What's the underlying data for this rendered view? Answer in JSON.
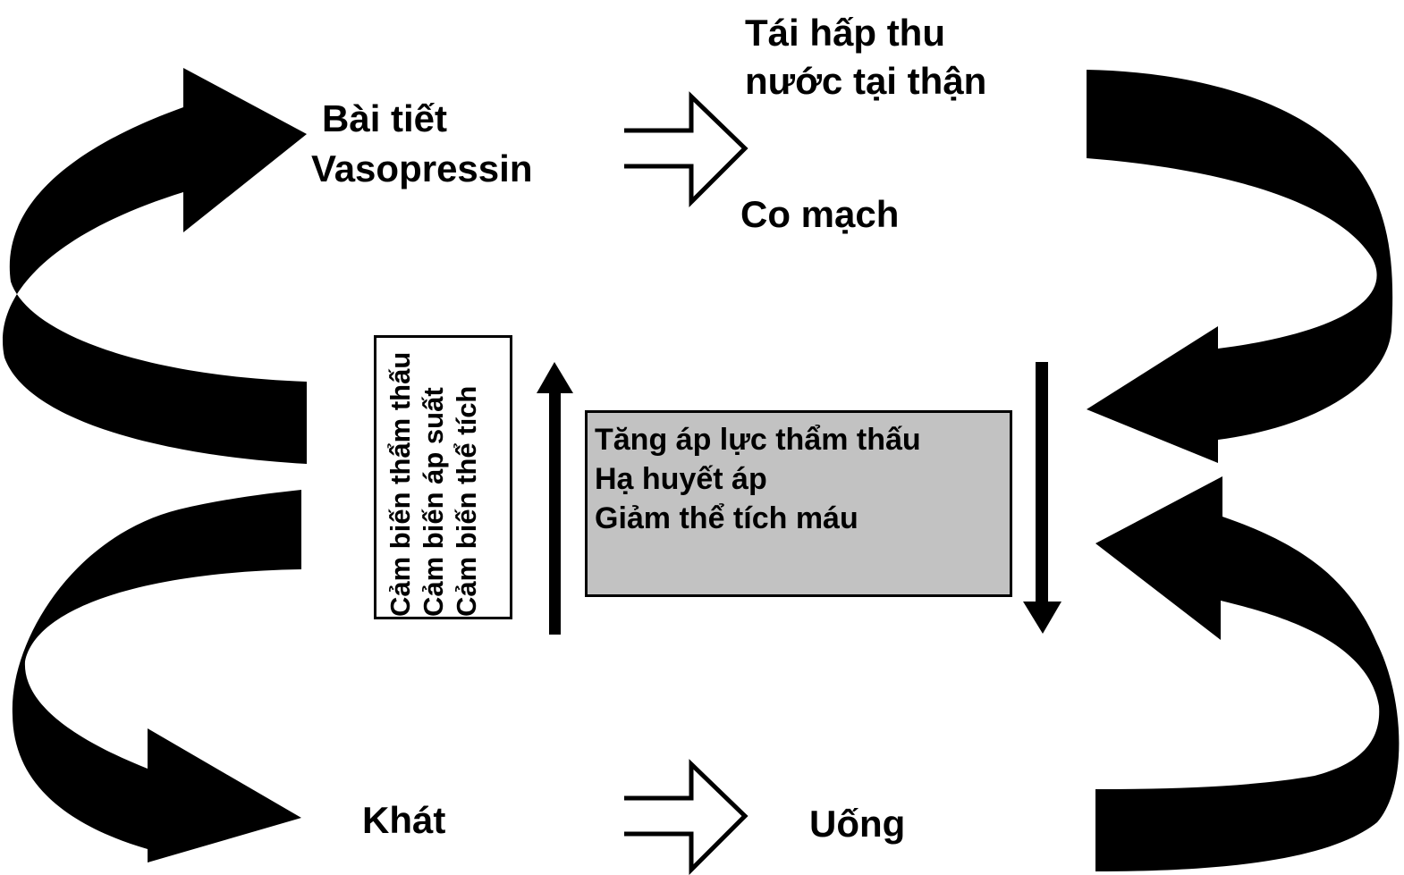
{
  "labels": {
    "secretion_line1": "Bài tiết",
    "secretion_line2": "Vasopressin",
    "reabsorption_line1": "Tái hấp thu",
    "reabsorption_line2": "nước tại thận",
    "vasoconstriction": "Co mạch",
    "thirst": "Khát",
    "drinking": "Uống"
  },
  "sensors": [
    "Cảm biến thẩm thấu",
    "Cảm biến áp suất",
    "Cảm biến thể tích"
  ],
  "stimuli": [
    "Tăng áp lực thẩm thấu",
    "Hạ huyết áp",
    "Giảm thể tích máu"
  ],
  "colors": {
    "arrow": "#000000",
    "stimulus_box_fill": "#c2c2c2",
    "background": "#ffffff"
  }
}
